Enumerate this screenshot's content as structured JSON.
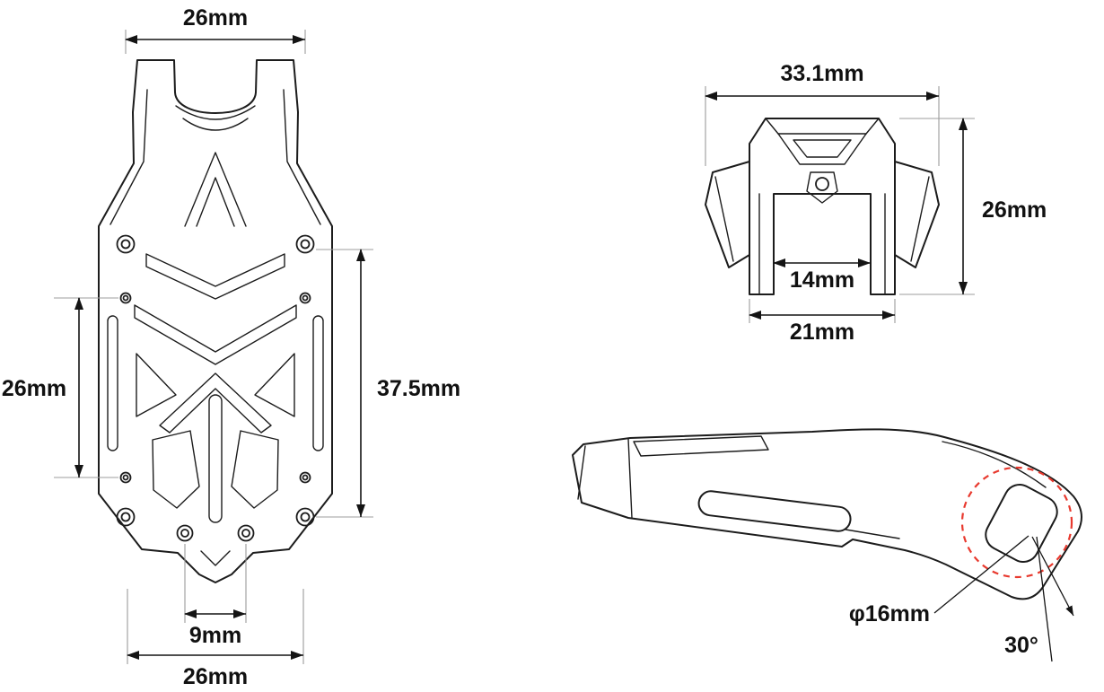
{
  "diagram": {
    "kind": "technical-drawing-dimensions",
    "views": [
      "plate-top-view",
      "clamp-front-view",
      "arm-side-view"
    ]
  },
  "plate_view": {
    "top_width": "26mm",
    "left_hole_span": "26mm",
    "right_hole_span": "37.5mm",
    "bottom_hole_pitch": "9mm",
    "bottom_width": "26mm"
  },
  "clamp_view": {
    "overall_width": "33.1mm",
    "height": "26mm",
    "inner_width": "14mm",
    "outer_width": "21mm"
  },
  "arm_view": {
    "hole_diameter": "φ16mm",
    "mount_angle": "30°"
  },
  "colors": {
    "line": "#1c1c1c",
    "extension_line": "#9c9c9c",
    "highlight_red": "#e8392e",
    "background": "#ffffff"
  }
}
